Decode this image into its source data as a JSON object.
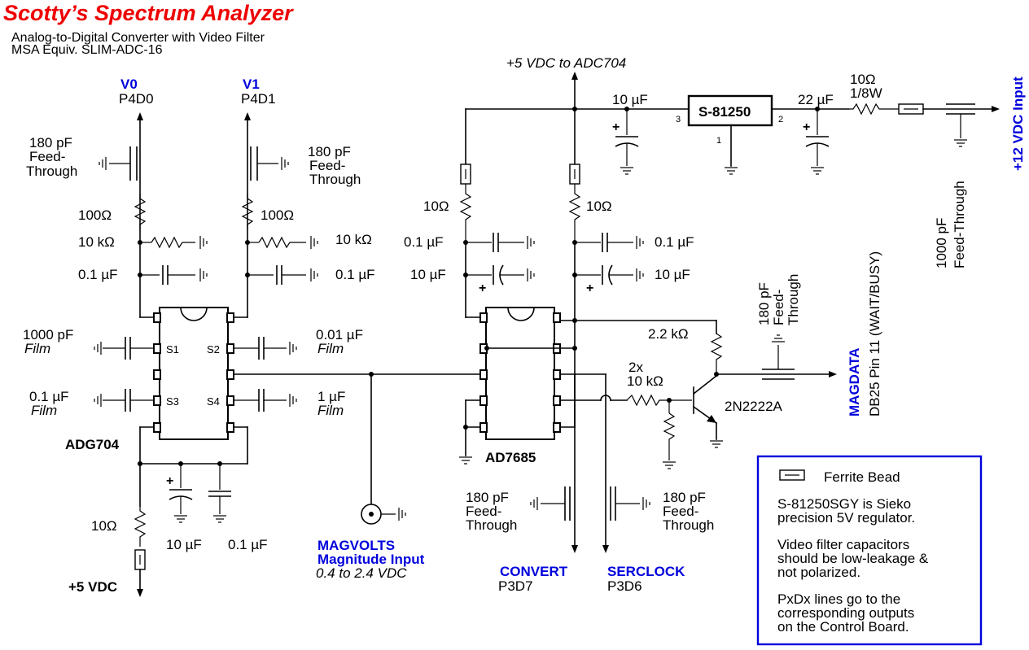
{
  "header": {
    "title": "Scotty’s Spectrum Analyzer",
    "subtitle1": "Analog-to-Digital Converter with Video Filter",
    "subtitle2": "MSA Equiv. SLIM-ADC-16"
  },
  "colors": {
    "title": "#ee0000",
    "signal": "#0000dd",
    "line": "#000000"
  },
  "outputs": {
    "v0_name": "V0",
    "v0_port": "P4D0",
    "v1_name": "V1",
    "v1_port": "P4D1",
    "convert_name": "CONVERT",
    "convert_port": "P3D7",
    "serclock_name": "SERCLOCK",
    "serclock_port": "P3D6",
    "magdata_name": "MAGDATA",
    "magdata_pin": "DB25 Pin 11 (WAIT/BUSY)"
  },
  "inputs": {
    "magvolts_name": "MAGVOLTS",
    "magvolts_desc": "Magnitude Input",
    "magvolts_range": "0.4 to 2.4 VDC",
    "plus12_label": "+12 VDC Input",
    "plus5_label": "+5 VDC",
    "plus5_adc_label": "+5 VDC to ADC704"
  },
  "chips": {
    "adg704": {
      "name": "ADG704",
      "pins": [
        "S1",
        "S2",
        "S3",
        "S4"
      ]
    },
    "ad7685": {
      "name": "AD7685"
    },
    "regulator": {
      "name": "S-81250",
      "pin1": "1",
      "pin2": "2",
      "pin3": "3"
    },
    "transistor": {
      "name": "2N2222A"
    }
  },
  "components": {
    "c_180pf": "180 pF",
    "feed": "Feed-",
    "through": "Through",
    "feed_through": "Feed-Through",
    "r_100": "100Ω",
    "r_10k": "10 kΩ",
    "c_01uf": "0.1 µF",
    "c_1000pf": "1000 pF",
    "film": "Film",
    "c_001uf": "0.01 µF",
    "c_1uf": "1 µF",
    "c_10uf": "10 µF",
    "r_10": "10Ω",
    "c_22uf": "22 µF",
    "r_1_8w": "1/8W",
    "r_2_2k": "2.2 kΩ",
    "r_2x": "2x",
    "plus": "+"
  },
  "legend": {
    "ferrite": "Ferrite Bead",
    "note1_line1": "S-81250SGY is Sieko",
    "note1_line2": "precision 5V regulator.",
    "note2_line1": "Video filter capacitors",
    "note2_line2": "should be low-leakage &",
    "note2_line3": "not polarized.",
    "note3_line1": "PxDx lines go to the",
    "note3_line2": "corresponding outputs",
    "note3_line3": "on the Control Board."
  }
}
